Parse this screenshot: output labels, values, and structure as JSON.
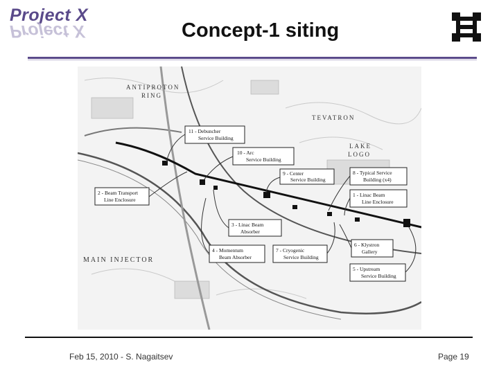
{
  "header": {
    "logo_text": "Project X",
    "title": "Concept-1 siting"
  },
  "map": {
    "labels": {
      "antiproton": "ANTIPROTON",
      "ring": "RING",
      "tevatron": "TEVATRON",
      "lake": "LAKE",
      "logo": "LOGO",
      "main_injector": "MAIN INJECTOR"
    },
    "callouts": {
      "c11a": "11 - Debuncher",
      "c11b": "Service Building",
      "c10a": "10 - Arc",
      "c10b": "Service Building",
      "c9a": "9 - Center",
      "c9b": "Service Building",
      "c8a": "8 - Typical Service",
      "c8b": "Building (x4)",
      "c2a": "2 - Beam Transport",
      "c2b": "Line Enclosure",
      "c1a": "1 - Linac Beam",
      "c1b": "Line Enclosure",
      "c3a": "3 - Linac Beam",
      "c3b": "Absorber",
      "c6a": "6 - Klystron",
      "c6b": "Gallery",
      "c4a": "4 - Momentum",
      "c4b": "Beam Absorber",
      "c7a": "7 - Cryogenic",
      "c7b": "Service Building",
      "c5a": "5 - Upstream",
      "c5b": "Service Building"
    }
  },
  "footer": {
    "left": "Feb 15, 2010 - S. Nagaitsev",
    "right": "Page 19"
  },
  "colors": {
    "brand_purple": "#5a4a8a",
    "brand_light": "#b9b2cf"
  }
}
